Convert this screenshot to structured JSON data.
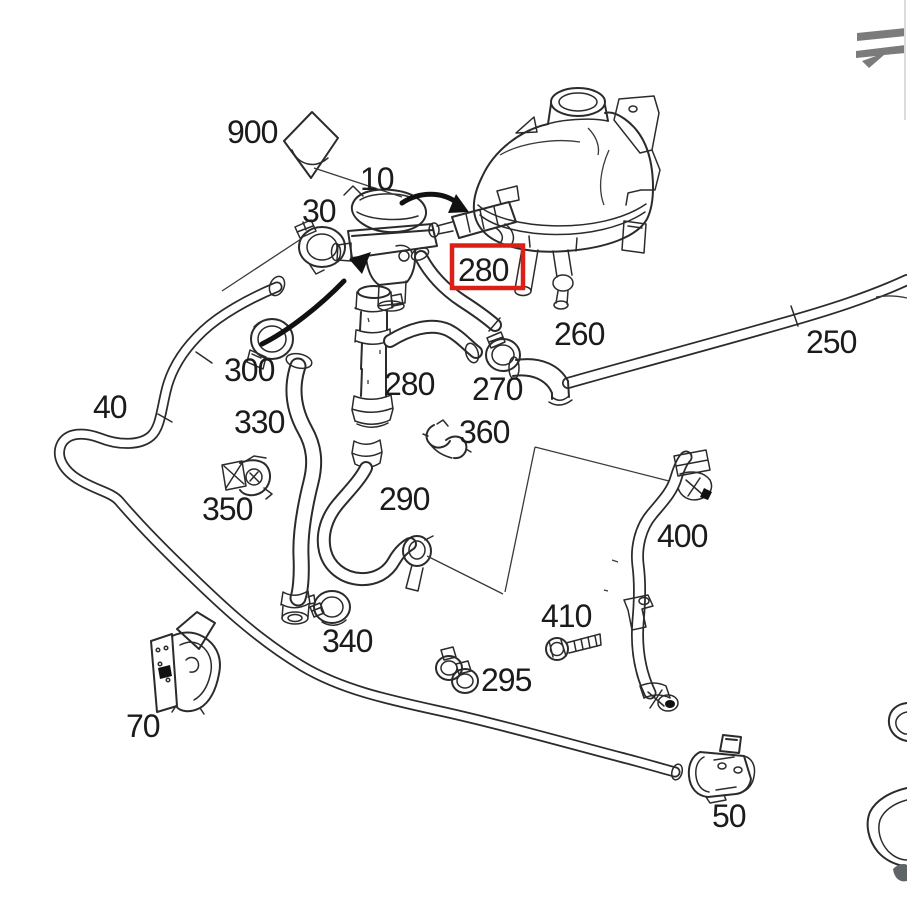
{
  "diagram": {
    "type": "parts-diagram",
    "background_color": "#ffffff",
    "line_color": "#2b2b2b",
    "label_color": "#1b1b1b",
    "highlight_color": "#dd2016",
    "icon_color": "#7b7b7b",
    "highlighted_part": "280"
  },
  "icons": {
    "top_right": "double-arrow-forward-icon"
  },
  "part_labels": {
    "p900": "900",
    "p10": "10",
    "p30": "30",
    "p280_highlighted": "280",
    "p260": "260",
    "p250": "250",
    "p300": "300",
    "p270": "270",
    "p280": "280",
    "p40": "40",
    "p330": "330",
    "p360": "360",
    "p290": "290",
    "p400": "400",
    "p350": "350",
    "p410": "410",
    "p340": "340",
    "p295": "295",
    "p70": "70",
    "p50": "50"
  }
}
